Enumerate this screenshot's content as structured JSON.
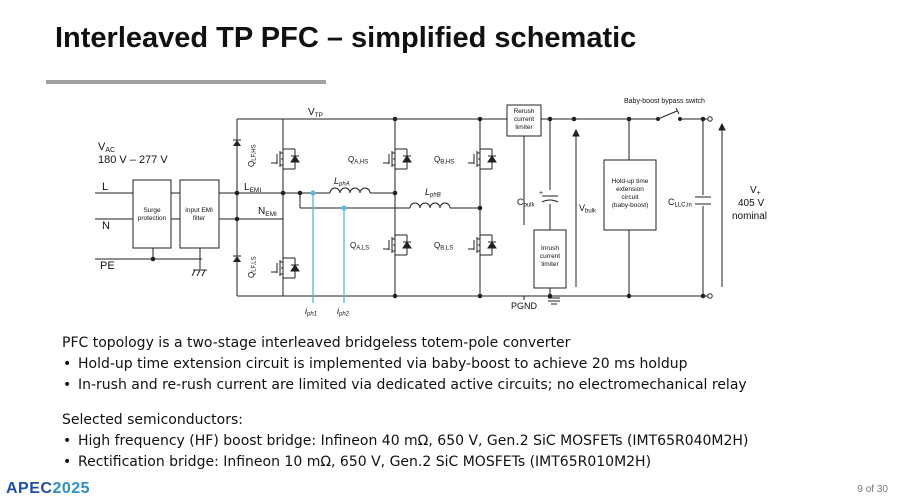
{
  "slide": {
    "title": "Interleaved TP PFC – simplified schematic",
    "page_number": "9 of 30"
  },
  "logo": {
    "brand": "APEC",
    "year": "2025"
  },
  "schematic": {
    "vac": "V",
    "vac_sub": "AC",
    "vac_range": "180 V – 277 V",
    "line_L": "L",
    "line_N": "N",
    "line_PE": "PE",
    "surge_1": "Surge",
    "surge_2": "protection",
    "emi_1": "Input EMI",
    "emi_2": "filter",
    "lemi": "L",
    "lemi_sub": "EMI",
    "nemi": "N",
    "nemi_sub": "EMI",
    "vtp": "V",
    "vtp_sub": "TP",
    "q_lf_hs": "Q",
    "q_lf_hs_sub": "LF,HS",
    "q_lf_ls": "Q",
    "q_lf_ls_sub": "LF,LS",
    "q_a_hs": "Q",
    "q_a_hs_sub": "A,HS",
    "q_b_hs": "Q",
    "q_b_hs_sub": "B,HS",
    "q_a_ls": "Q",
    "q_a_ls_sub": "A,LS",
    "q_b_ls": "Q",
    "q_b_ls_sub": "B,LS",
    "lpha": "L",
    "lpha_sub": "phA",
    "lphb": "L",
    "lphb_sub": "phB",
    "iph1": "i",
    "iph1_sub": "ph1",
    "iph2": "i",
    "iph2_sub": "ph2",
    "rerush_1": "Rerush",
    "rerush_2": "current",
    "rerush_3": "limiter",
    "inrush_1": "Inrush",
    "inrush_2": "current",
    "inrush_3": "limiter",
    "cbulk": "C",
    "cbulk_sub": "bulk",
    "vbulk": "V",
    "vbulk_sub": "bulk",
    "holdup_1": "Hold-up time",
    "holdup_2": "extension",
    "holdup_3": "circuit",
    "holdup_4": "(baby-boost)",
    "cllc": "C",
    "cllc_sub": "LLC,in",
    "bypass": "Baby-boost bypass switch",
    "vplus": "V",
    "vplus_sub": "+",
    "vout": "405 V",
    "nominal": "nominal",
    "pgnd": "PGND",
    "plus": "+"
  },
  "text": {
    "intro": "PFC topology is a two-stage interleaved bridgeless totem-pole converter",
    "bullets1": [
      "Hold-up time extension circuit is implemented via baby-boost to achieve 20 ms holdup",
      "In-rush and re-rush current are limited via dedicated active circuits; no electromechanical relay"
    ],
    "semis_head": "Selected semiconductors:",
    "bullets2": [
      "High frequency (HF) boost bridge: Infineon 40 mΩ, 650 V, Gen.2 SiC MOSFETs (IMT65R040M2H)",
      "Rectification bridge: Infineon 10 mΩ, 650 V, Gen.2 SiC MOSFETs (IMT65R010M2H)"
    ]
  },
  "colors": {
    "current_probe": "#5bb8d8",
    "logo_blue": "#1f4fa0",
    "rule": "#a0a0a0"
  }
}
